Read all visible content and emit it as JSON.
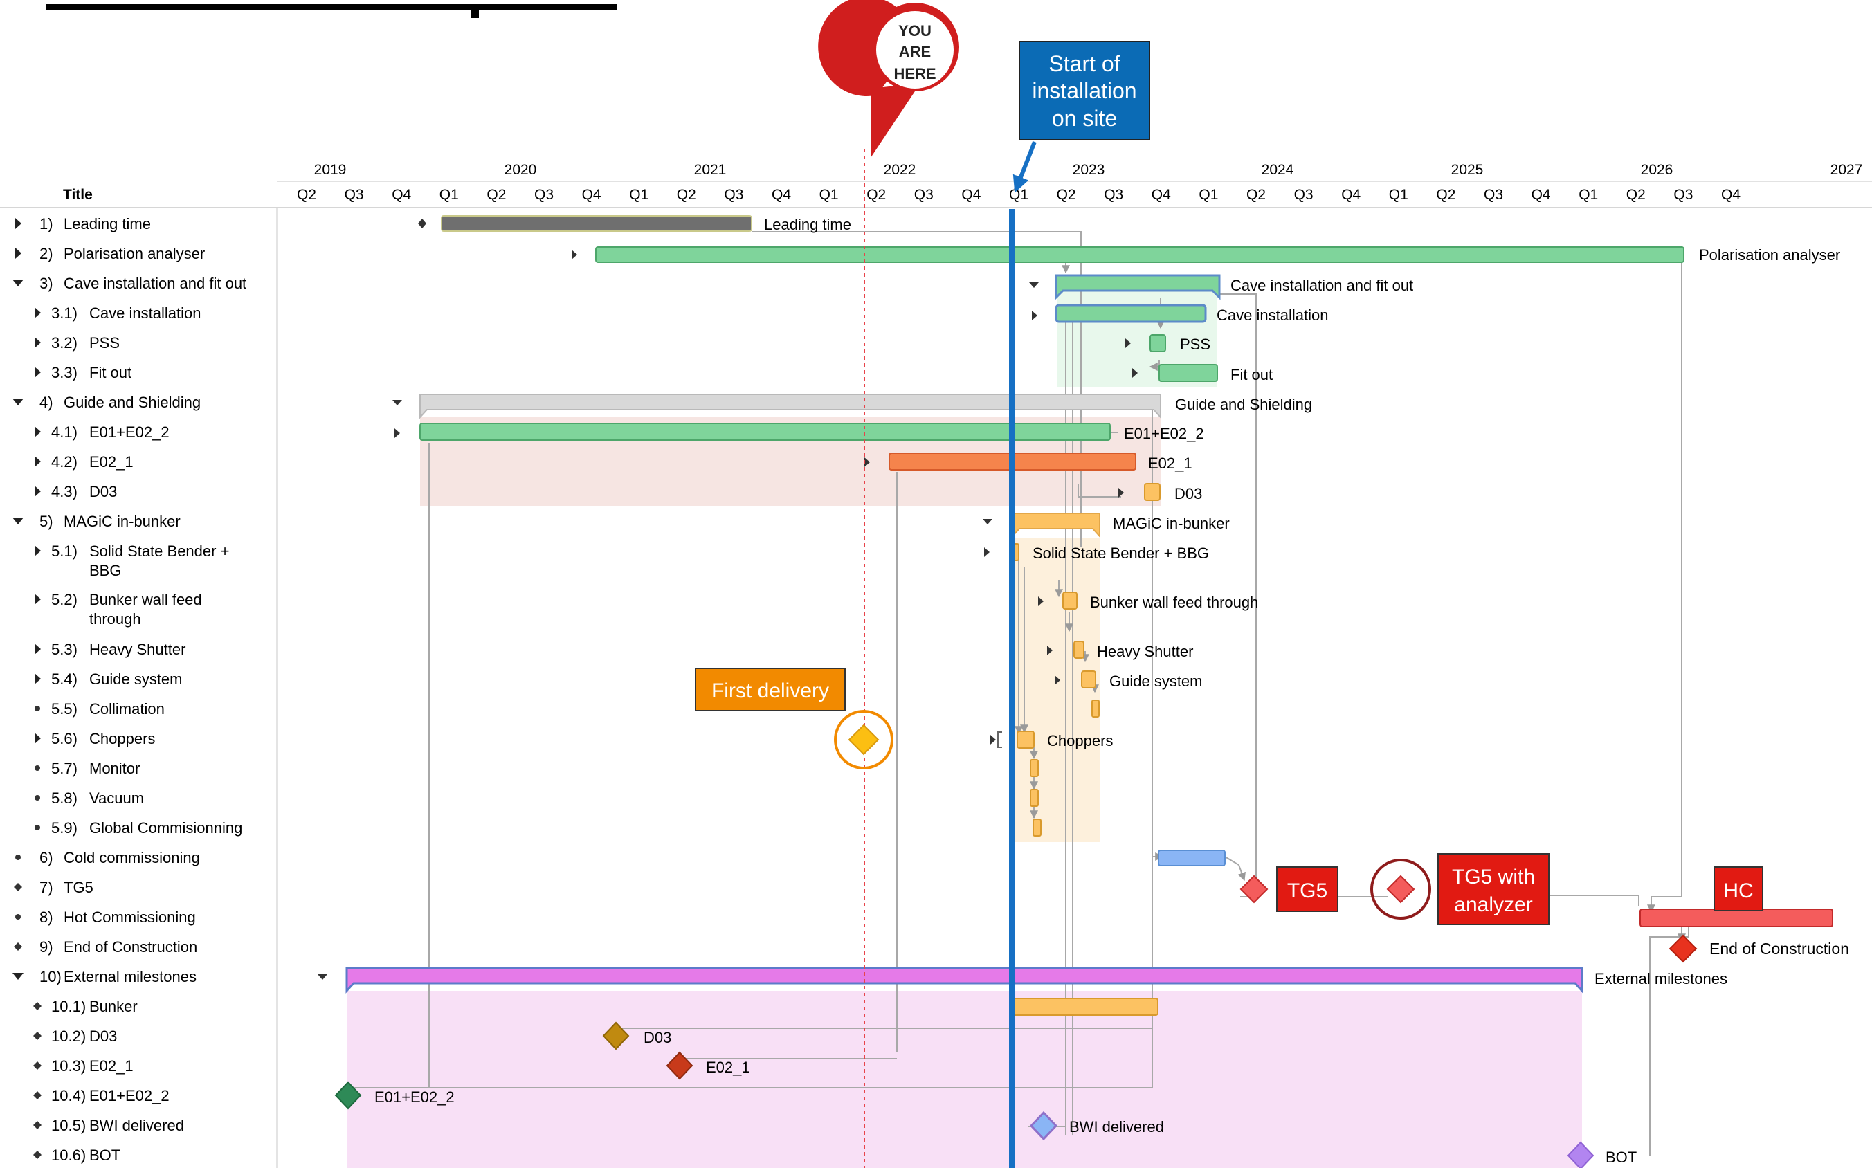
{
  "years": [
    "2019",
    "2020",
    "2021",
    "2022",
    "2023",
    "2024",
    "2025",
    "2026",
    "2027"
  ],
  "title_column_header": "Title",
  "quarters": [
    "Q2",
    "Q3",
    "Q4",
    "Q1",
    "Q2",
    "Q3",
    "Q4",
    "Q1",
    "Q2",
    "Q3",
    "Q4",
    "Q1",
    "Q2",
    "Q3",
    "Q4",
    "Q1",
    "Q2",
    "Q3",
    "Q4",
    "Q1",
    "Q2",
    "Q3",
    "Q4",
    "Q1",
    "Q2",
    "Q3",
    "Q4",
    "Q1",
    "Q2",
    "Q3",
    "Q4"
  ],
  "rows": [
    {
      "num": "1)",
      "label": "Leading time",
      "level": 0,
      "toggle": "collapsed"
    },
    {
      "num": "2)",
      "label": "Polarisation analyser",
      "level": 0,
      "toggle": "collapsed"
    },
    {
      "num": "3)",
      "label": "Cave installation and fit out",
      "level": 0,
      "toggle": "expanded"
    },
    {
      "num": "3.1)",
      "label": "Cave installation",
      "level": 1,
      "toggle": "collapsed"
    },
    {
      "num": "3.2)",
      "label": "PSS",
      "level": 1,
      "toggle": "collapsed"
    },
    {
      "num": "3.3)",
      "label": "Fit out",
      "level": 1,
      "toggle": "collapsed"
    },
    {
      "num": "4)",
      "label": "Guide and Shielding",
      "level": 0,
      "toggle": "expanded"
    },
    {
      "num": "4.1)",
      "label": "E01+E02_2",
      "level": 1,
      "toggle": "collapsed"
    },
    {
      "num": "4.2)",
      "label": "E02_1",
      "level": 1,
      "toggle": "collapsed"
    },
    {
      "num": "4.3)",
      "label": "D03",
      "level": 1,
      "toggle": "collapsed"
    },
    {
      "num": "5)",
      "label": "MAGiC in-bunker",
      "level": 0,
      "toggle": "expanded"
    },
    {
      "num": "5.1)",
      "label": "Solid State Bender +",
      "label2": "BBG",
      "level": 1,
      "toggle": "collapsed"
    },
    {
      "num": "5.2)",
      "label": "Bunker wall feed",
      "label2": "through",
      "level": 1,
      "toggle": "collapsed"
    },
    {
      "num": "5.3)",
      "label": "Heavy Shutter",
      "level": 1,
      "toggle": "collapsed"
    },
    {
      "num": "5.4)",
      "label": "Guide system",
      "level": 1,
      "toggle": "collapsed"
    },
    {
      "num": "5.5)",
      "label": "Collimation",
      "level": 1,
      "toggle": "dot"
    },
    {
      "num": "5.6)",
      "label": "Choppers",
      "level": 1,
      "toggle": "collapsed"
    },
    {
      "num": "5.7)",
      "label": "Monitor",
      "level": 1,
      "toggle": "dot"
    },
    {
      "num": "5.8)",
      "label": "Vacuum",
      "level": 1,
      "toggle": "dot"
    },
    {
      "num": "5.9)",
      "label": "Global Commisionning",
      "level": 1,
      "toggle": "dot"
    },
    {
      "num": "6)",
      "label": "Cold commissioning",
      "level": 0,
      "toggle": "dot"
    },
    {
      "num": "7)",
      "label": "TG5",
      "level": 0,
      "toggle": "diamond"
    },
    {
      "num": "8)",
      "label": "Hot Commissioning",
      "level": 0,
      "toggle": "dot"
    },
    {
      "num": "9)",
      "label": "End of Construction",
      "level": 0,
      "toggle": "diamond"
    },
    {
      "num": "10)",
      "label": "External milestones",
      "level": 0,
      "toggle": "expanded"
    },
    {
      "num": "10.1)",
      "label": "Bunker",
      "level": 1,
      "toggle": "diamond"
    },
    {
      "num": "10.2)",
      "label": "D03",
      "level": 1,
      "toggle": "diamond"
    },
    {
      "num": "10.3)",
      "label": "E02_1",
      "level": 1,
      "toggle": "diamond"
    },
    {
      "num": "10.4)",
      "label": "E01+E02_2",
      "level": 1,
      "toggle": "diamond"
    },
    {
      "num": "10.5)",
      "label": "BWI delivered",
      "level": 1,
      "toggle": "diamond"
    },
    {
      "num": "10.6)",
      "label": "BOT",
      "level": 1,
      "toggle": "diamond"
    }
  ],
  "bar_labels": {
    "leading_time": "Leading time",
    "polarisation_analyser": "Polarisation analyser",
    "cave_installation_and_fit_out": "Cave installation and fit out",
    "cave_installation": "Cave installation",
    "pss": "PSS",
    "fit_out": "Fit out",
    "guide_and_shielding": "Guide and Shielding",
    "e01_e02_2": "E01+E02_2",
    "e02_1": "E02_1",
    "d03": "D03",
    "magic_in_bunker": "MAGiC in-bunker",
    "solid_state_bender": "Solid State Bender + BBG",
    "bunker_wall_feed_through": "Bunker wall feed through",
    "heavy_shutter": "Heavy Shutter",
    "guide_system": "Guide system",
    "choppers": "Choppers",
    "external_milestones": "External milestones",
    "end_of_construction": "End of Construction",
    "ms_d03": "D03",
    "ms_e02_1": "E02_1",
    "ms_e01_e02_2": "E01+E02_2",
    "ms_bwi_delivered": "BWI delivered",
    "ms_bot": "BOT"
  },
  "callouts": {
    "you_are_here": [
      "YOU",
      "ARE",
      "HERE"
    ],
    "start_installation": [
      "Start of",
      "installation",
      "on site"
    ],
    "first_delivery": "First delivery",
    "tg5": "TG5",
    "tg5_with_analyzer": [
      "TG5 with",
      "analyzer"
    ],
    "hc": "HC"
  },
  "colors": {
    "green_bar": "#7fd49b",
    "grey_bar": "#6f6f6f",
    "orange_bar": "#f5844c",
    "yellow_bar": "#fcc262",
    "blue_bar": "#8ab5f5",
    "red_bar": "#f45c5c",
    "magenta_bar": "#e57ae8",
    "today_line": "#e8434a",
    "install_line": "#1670c4",
    "callout_blue": "#0b6bb5",
    "callout_orange": "#f28a00",
    "callout_red": "#e11a12"
  }
}
